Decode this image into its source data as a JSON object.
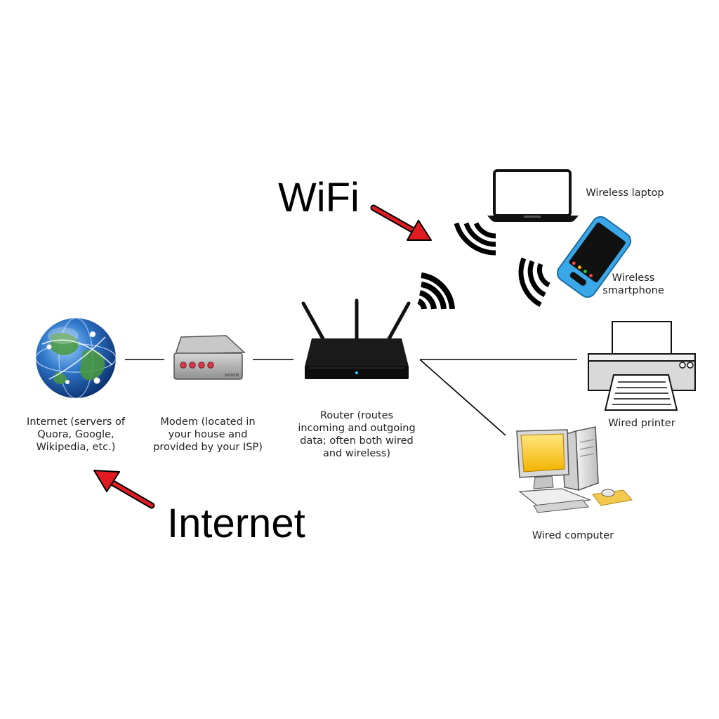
{
  "headings": {
    "wifi": "WiFi",
    "internet": "Internet"
  },
  "nodes": {
    "internet": {
      "lines": [
        "Internet (servers of",
        "Quora, Google,",
        "Wikipedia, etc.)"
      ]
    },
    "modem": {
      "lines": [
        "Modem (located in",
        "your house and",
        "provided by your ISP)"
      ],
      "device_text": "MODEM"
    },
    "router": {
      "lines": [
        "Router (routes",
        "incoming and outgoing",
        "data; often both wired",
        "and wireless)"
      ]
    },
    "laptop": {
      "lines": [
        "Wireless laptop"
      ]
    },
    "smartphone": {
      "lines": [
        "Wireless",
        "smartphone"
      ]
    },
    "printer": {
      "lines": [
        "Wired printer"
      ]
    },
    "computer": {
      "lines": [
        "Wired computer"
      ]
    }
  },
  "colors": {
    "arrow": "#e11b22",
    "globe": "#1e5fae",
    "phone_body": "#3aa7e8",
    "monitor_screen": "#f2b300",
    "lines": "#000000"
  },
  "icons": [
    "globe-icon",
    "modem-icon",
    "router-icon",
    "laptop-icon",
    "smartphone-icon",
    "printer-icon",
    "computer-icon",
    "wifi-signal-icon",
    "arrow-icon"
  ]
}
